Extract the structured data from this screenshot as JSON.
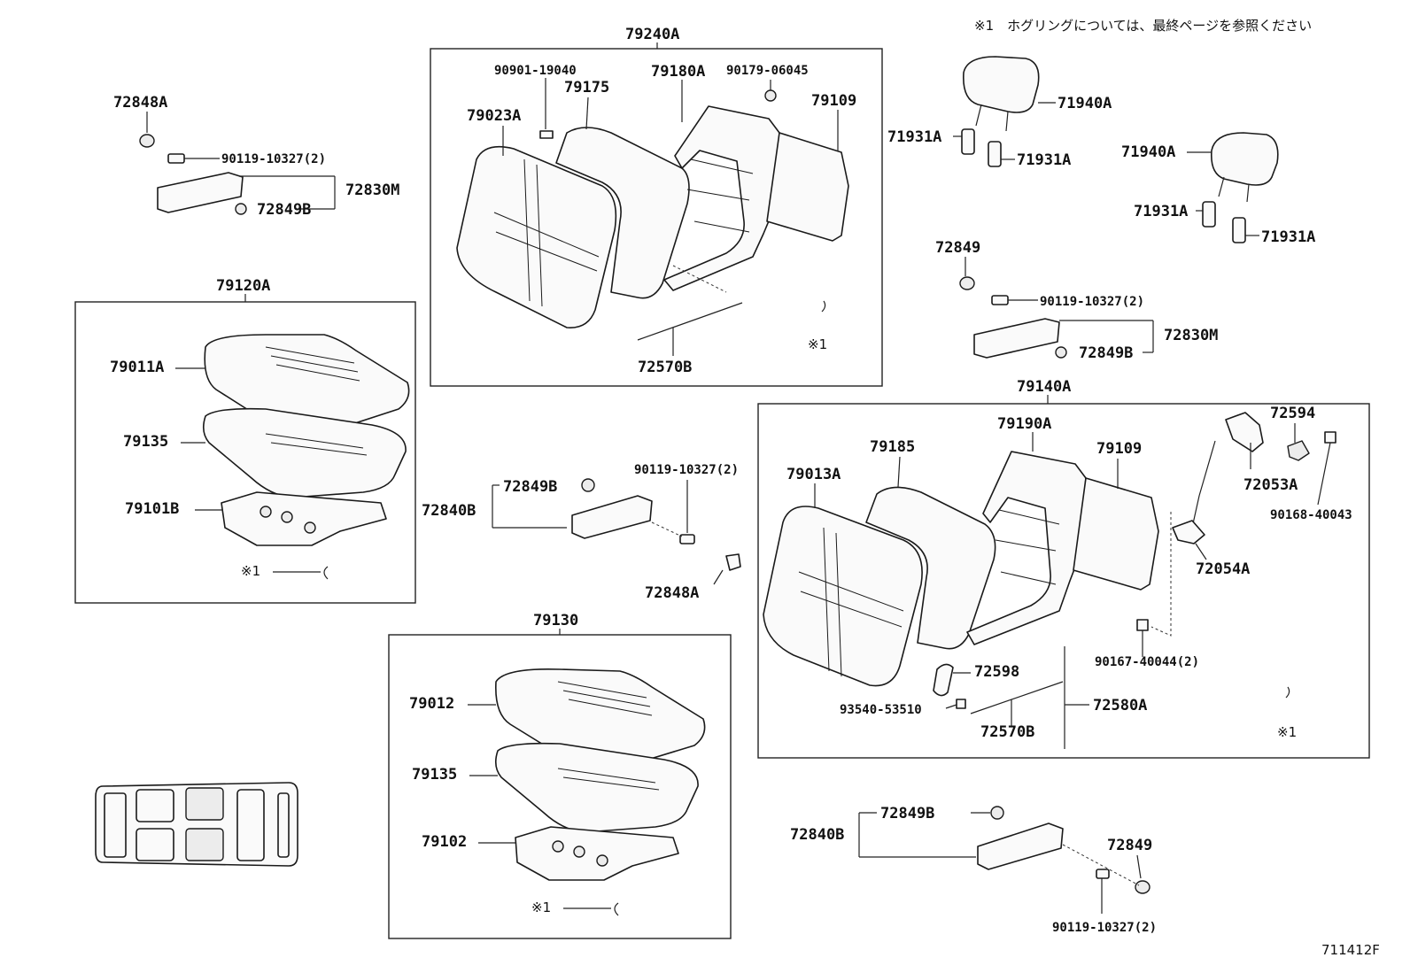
{
  "note": "※1　ホグリングについては、最終ページを参照ください",
  "figure_code": "711412F",
  "groups": {
    "front_left_back": {
      "title": "79240A",
      "labels": [
        "90901-19040",
        "79175",
        "79180A",
        "90179-06045",
        "79023A",
        "79109",
        "72570B",
        "※1"
      ]
    },
    "front_left_cushion": {
      "title": "79120A",
      "labels": [
        "79011A",
        "79135",
        "79101B",
        "※1"
      ]
    },
    "center_cushion": {
      "title": "79130",
      "labels": [
        "79012",
        "79135",
        "79102",
        "※1"
      ]
    },
    "front_right_back": {
      "title": "79140A",
      "labels": [
        "79185",
        "79190A",
        "79109",
        "79013A",
        "72598",
        "93540-53510",
        "72570B",
        "72580A",
        "90167-40044(2)",
        "※1"
      ]
    }
  },
  "loose_labels": {
    "upper_left_armrest": [
      "72848A",
      "90119-10327(2)",
      "72830M",
      "72849B"
    ],
    "headrests": [
      "71940A",
      "71931A",
      "71931A",
      "71940A",
      "71931A",
      "71931A"
    ],
    "right_armrest": [
      "72849",
      "90119-10327(2)",
      "72830M",
      "72849B"
    ],
    "recliner": [
      "72594",
      "72053A",
      "90168-40043",
      "72054A"
    ],
    "center_armrest": [
      "72849B",
      "90119-10327(2)",
      "72840B",
      "72848A"
    ],
    "lower_armrest": [
      "72849B",
      "72840B",
      "72849",
      "90119-10327(2)"
    ]
  }
}
